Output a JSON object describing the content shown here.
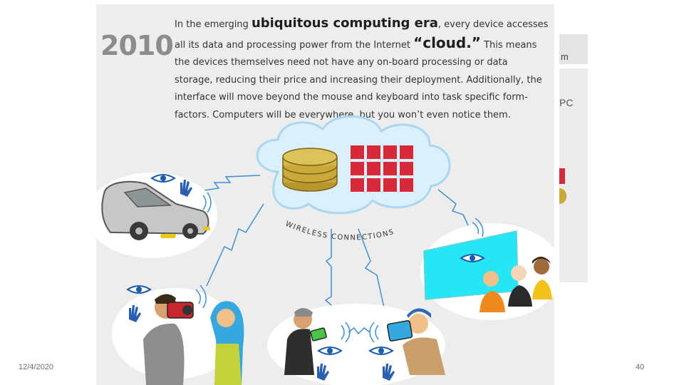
{
  "slide": {
    "date": "12/4/2020",
    "page_number": "40"
  },
  "figure": {
    "year": "2010",
    "text_intro": "In the emerging ",
    "text_highlight": "ubiquitous computing era",
    "text_after_highlight": ", every device accesses all its data and processing power from the Internet ",
    "text_cloud_word": "“cloud.”",
    "text_rest": " This means the devices themselves need not have any on-board processing or data storage, reducing their price and increasing their deployment. Additionally, the interface will move beyond the mouse and keyboard into task specific form-factors. Computers will be everywhere, but you won’t even notice them.",
    "arc_label": "WIRELESS CONNECTIONS",
    "behind_fragments": [
      "m",
      "PC"
    ]
  },
  "colors": {
    "figure_bg": "#ededed",
    "cloud": "#dcf0fb",
    "cloud_outline": "#a9d7f2",
    "processor_red": "#d62a3a",
    "coin_gold": "#c9a93a",
    "screen_cyan": "#26e6f5",
    "signal_blue": "#3e8fd6"
  }
}
